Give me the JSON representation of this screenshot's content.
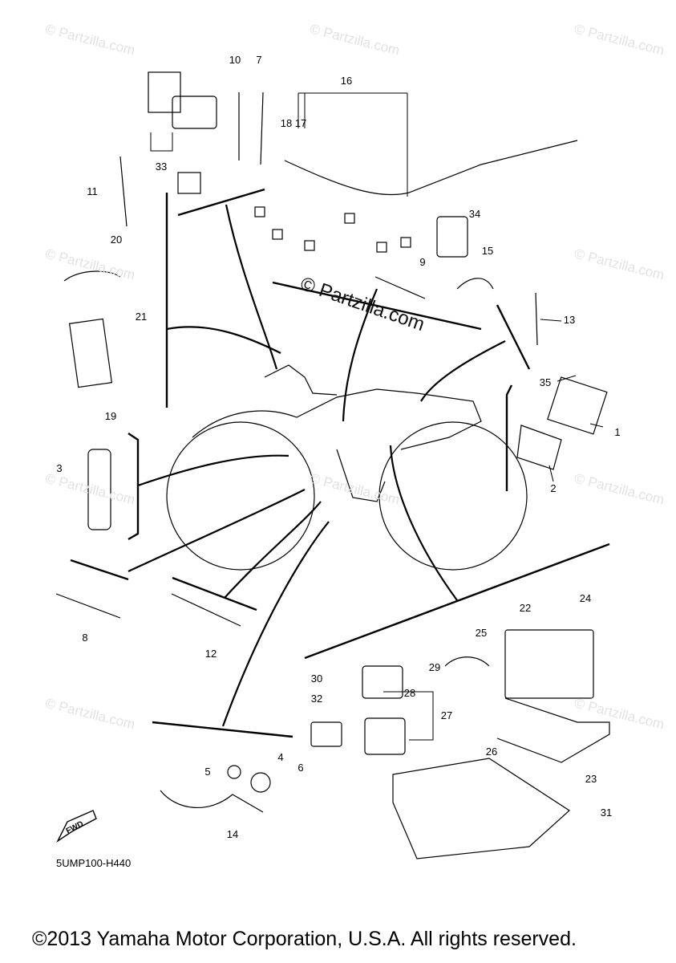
{
  "diagram": {
    "code": "5UMP100-H440",
    "copyright": "©2013 Yamaha Motor Corporation, U.S.A. All rights reserved.",
    "watermark": "© Partzilla.com",
    "fwd_label": "FWD"
  },
  "callouts": [
    {
      "n": "1"
    },
    {
      "n": "2"
    },
    {
      "n": "3"
    },
    {
      "n": "4"
    },
    {
      "n": "5"
    },
    {
      "n": "6"
    },
    {
      "n": "7"
    },
    {
      "n": "8"
    },
    {
      "n": "9"
    },
    {
      "n": "10"
    },
    {
      "n": "11"
    },
    {
      "n": "12"
    },
    {
      "n": "13"
    },
    {
      "n": "14"
    },
    {
      "n": "15"
    },
    {
      "n": "16"
    },
    {
      "n": "17"
    },
    {
      "n": "18"
    },
    {
      "n": "19"
    },
    {
      "n": "20"
    },
    {
      "n": "21"
    },
    {
      "n": "22"
    },
    {
      "n": "23"
    },
    {
      "n": "24"
    },
    {
      "n": "25"
    },
    {
      "n": "26"
    },
    {
      "n": "27"
    },
    {
      "n": "28"
    },
    {
      "n": "29"
    },
    {
      "n": "30"
    },
    {
      "n": "31"
    },
    {
      "n": "32"
    },
    {
      "n": "33"
    },
    {
      "n": "34"
    },
    {
      "n": "35"
    }
  ]
}
